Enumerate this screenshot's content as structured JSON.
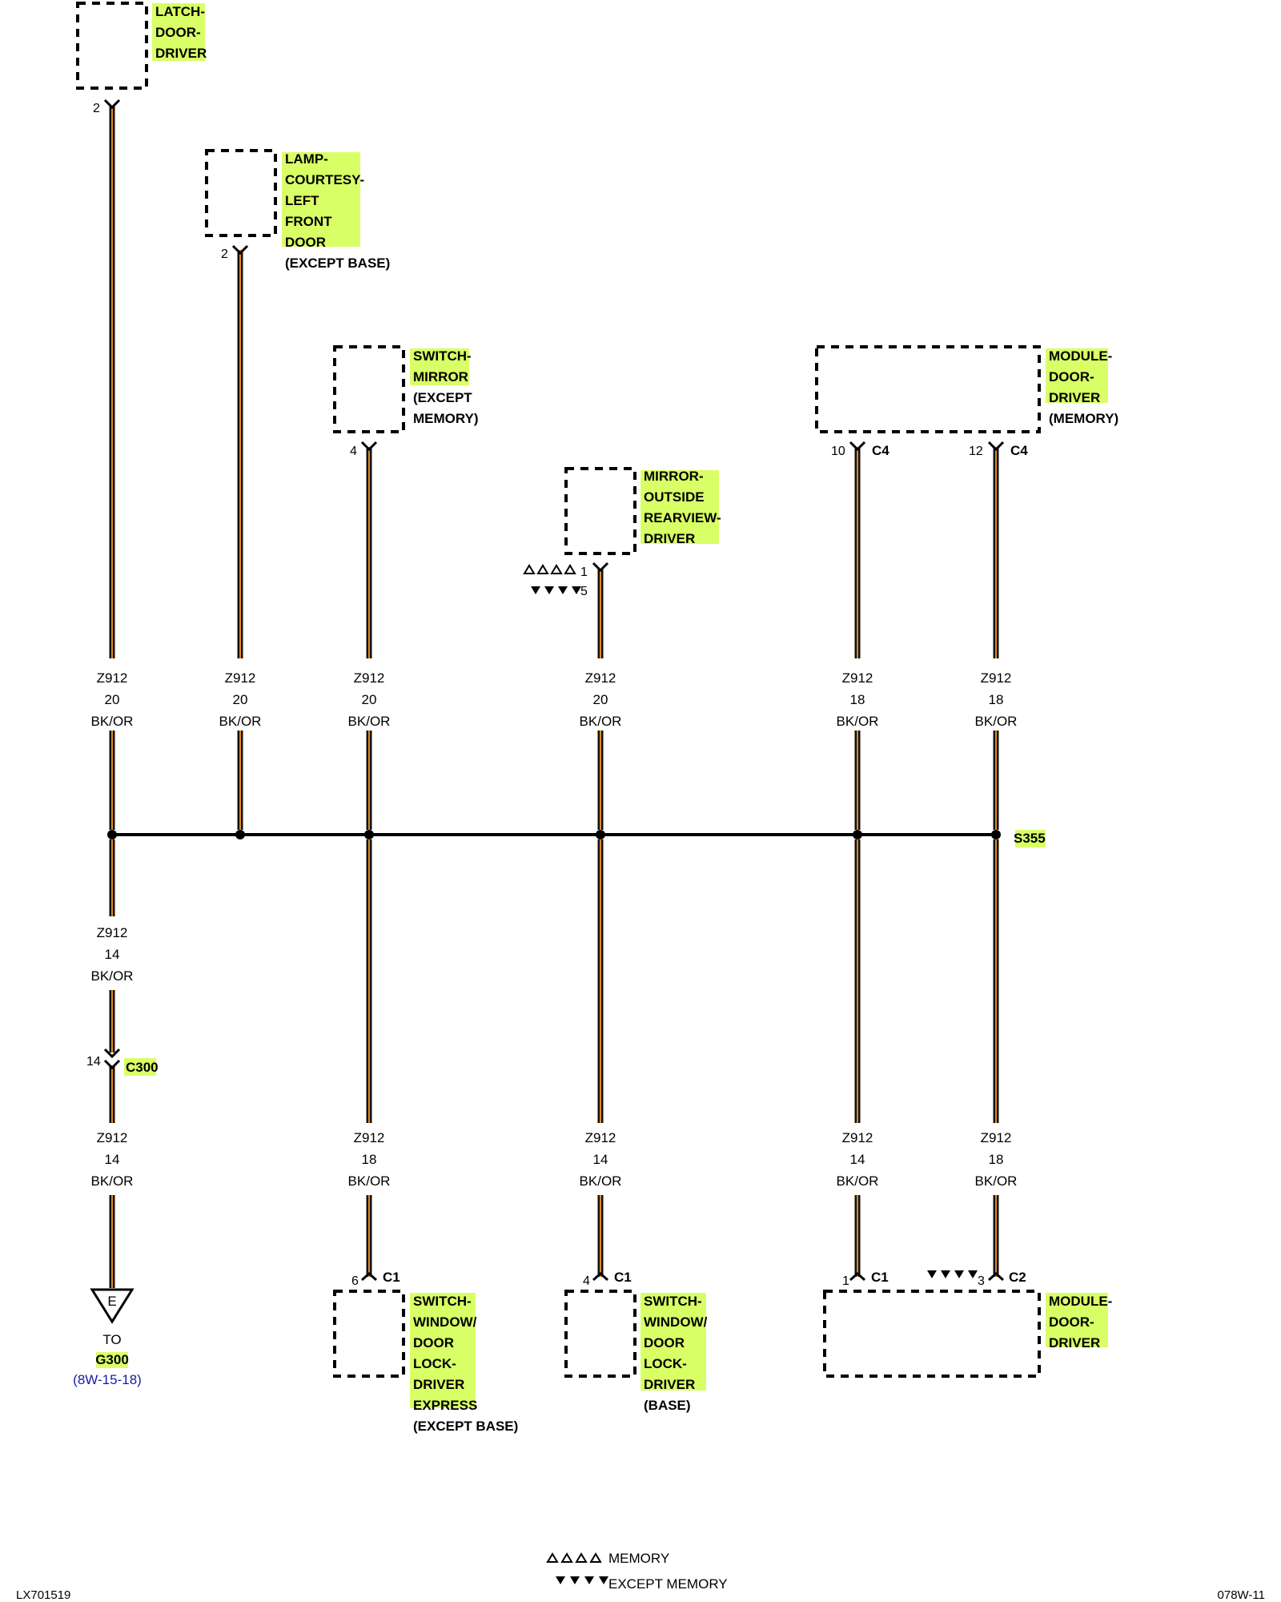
{
  "components": {
    "latch": {
      "lines": [
        "LATCH-",
        "DOOR-",
        "DRIVER"
      ],
      "pin": "2"
    },
    "lamp": {
      "lines": [
        "LAMP-",
        "COURTESY-",
        "LEFT",
        "FRONT",
        "DOOR"
      ],
      "note": "(EXCEPT BASE)",
      "pin": "2"
    },
    "switch_mirror": {
      "lines": [
        "SWITCH-",
        "MIRROR"
      ],
      "note_lines": [
        "(EXCEPT",
        "MEMORY)"
      ],
      "pin": "4"
    },
    "mirror": {
      "lines": [
        "MIRROR-",
        "OUTSIDE",
        "REARVIEW-",
        "DRIVER"
      ],
      "pin_memory": "1",
      "pin_except": "5"
    },
    "module_top": {
      "lines": [
        "MODULE-",
        "DOOR-",
        "DRIVER"
      ],
      "note": "(MEMORY)",
      "pin_a": "10",
      "conn_a": "C4",
      "pin_b": "12",
      "conn_b": "C4"
    },
    "switch_express": {
      "lines": [
        "SWITCH-",
        "WINDOW/",
        "DOOR",
        "LOCK-",
        "DRIVER",
        "EXPRESS"
      ],
      "note": "(EXCEPT BASE)",
      "pin": "6",
      "conn": "C1"
    },
    "switch_base": {
      "lines": [
        "SWITCH-",
        "WINDOW/",
        "DOOR",
        "LOCK-",
        "DRIVER"
      ],
      "note": "(BASE)",
      "pin": "4",
      "conn": "C1"
    },
    "module_bottom": {
      "lines": [
        "MODULE-",
        "DOOR-",
        "DRIVER"
      ],
      "pin_a": "1",
      "conn_a": "C1",
      "pin_b": "3",
      "conn_b": "C2"
    }
  },
  "wires_upper": [
    {
      "circuit": "Z912",
      "gauge": "20",
      "color": "BK/OR"
    },
    {
      "circuit": "Z912",
      "gauge": "20",
      "color": "BK/OR"
    },
    {
      "circuit": "Z912",
      "gauge": "20",
      "color": "BK/OR"
    },
    {
      "circuit": "Z912",
      "gauge": "20",
      "color": "BK/OR"
    },
    {
      "circuit": "Z912",
      "gauge": "18",
      "color": "BK/OR"
    },
    {
      "circuit": "Z912",
      "gauge": "18",
      "color": "BK/OR"
    }
  ],
  "splice": "S355",
  "ground_wire_a": {
    "circuit": "Z912",
    "gauge": "14",
    "color": "BK/OR"
  },
  "connector_c300": {
    "pin": "14",
    "name": "C300"
  },
  "wires_lower": [
    {
      "circuit": "Z912",
      "gauge": "14",
      "color": "BK/OR"
    },
    {
      "circuit": "Z912",
      "gauge": "18",
      "color": "BK/OR"
    },
    {
      "circuit": "Z912",
      "gauge": "14",
      "color": "BK/OR"
    },
    {
      "circuit": "Z912",
      "gauge": "14",
      "color": "BK/OR"
    },
    {
      "circuit": "Z912",
      "gauge": "18",
      "color": "BK/OR"
    }
  ],
  "ground": {
    "letter": "E",
    "to": "TO",
    "name": "G300",
    "ref": "(8W-15-18)"
  },
  "legend": {
    "memory": "MEMORY",
    "except_memory": "EXCEPT MEMORY"
  },
  "footer": {
    "left": "LX701519",
    "right": "078W-11"
  },
  "colors": {
    "highlight": "#d9ff66",
    "wire_tracer": "#e08a1e",
    "link": "#1a1aa0"
  }
}
